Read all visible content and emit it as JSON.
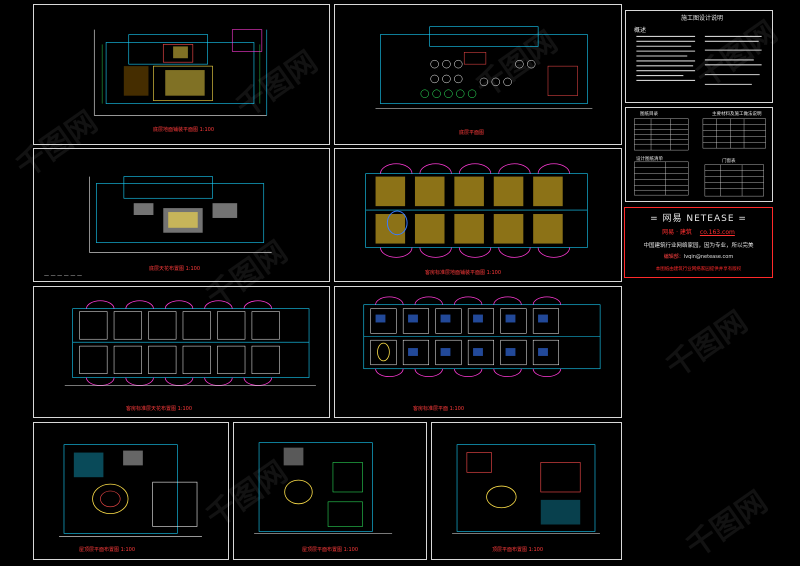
{
  "sheets": {
    "s1_caption": "底层地面铺装平面图 1:100",
    "s2_caption": "底层平面图",
    "s3_caption": "底层天花布置图 1:100",
    "s4_caption": "客房标准层地面铺装平面图 1:100",
    "s5_caption": "客房标准层天花布置图 1:100",
    "s6_caption": "客房标准层平面 1:100",
    "s7_caption": "屋顶层平面布置图 1:100",
    "s8_caption": "屋顶层平面布置图 1:100",
    "s9_caption": "顶层平面布置图 1:100"
  },
  "notes": {
    "title": "施工图设计说明",
    "heading": "概述"
  },
  "tables": {
    "t1": "图纸目录",
    "t2": "主要材料及施工做法说明",
    "t3": "设计图纸清单",
    "t4": "门窗表"
  },
  "netease": {
    "title": "= 网易  NETEASE =",
    "brand": "网易 · 建筑",
    "url": "co.163.com",
    "slogan": "中国建筑行业网络家园，因为专业，所以完美",
    "email_label": "编辑部：",
    "email": "lvqin@netease.com",
    "notice": "本图纸由建筑行业网络家园提供并享有版权"
  },
  "watermark": "千图网"
}
